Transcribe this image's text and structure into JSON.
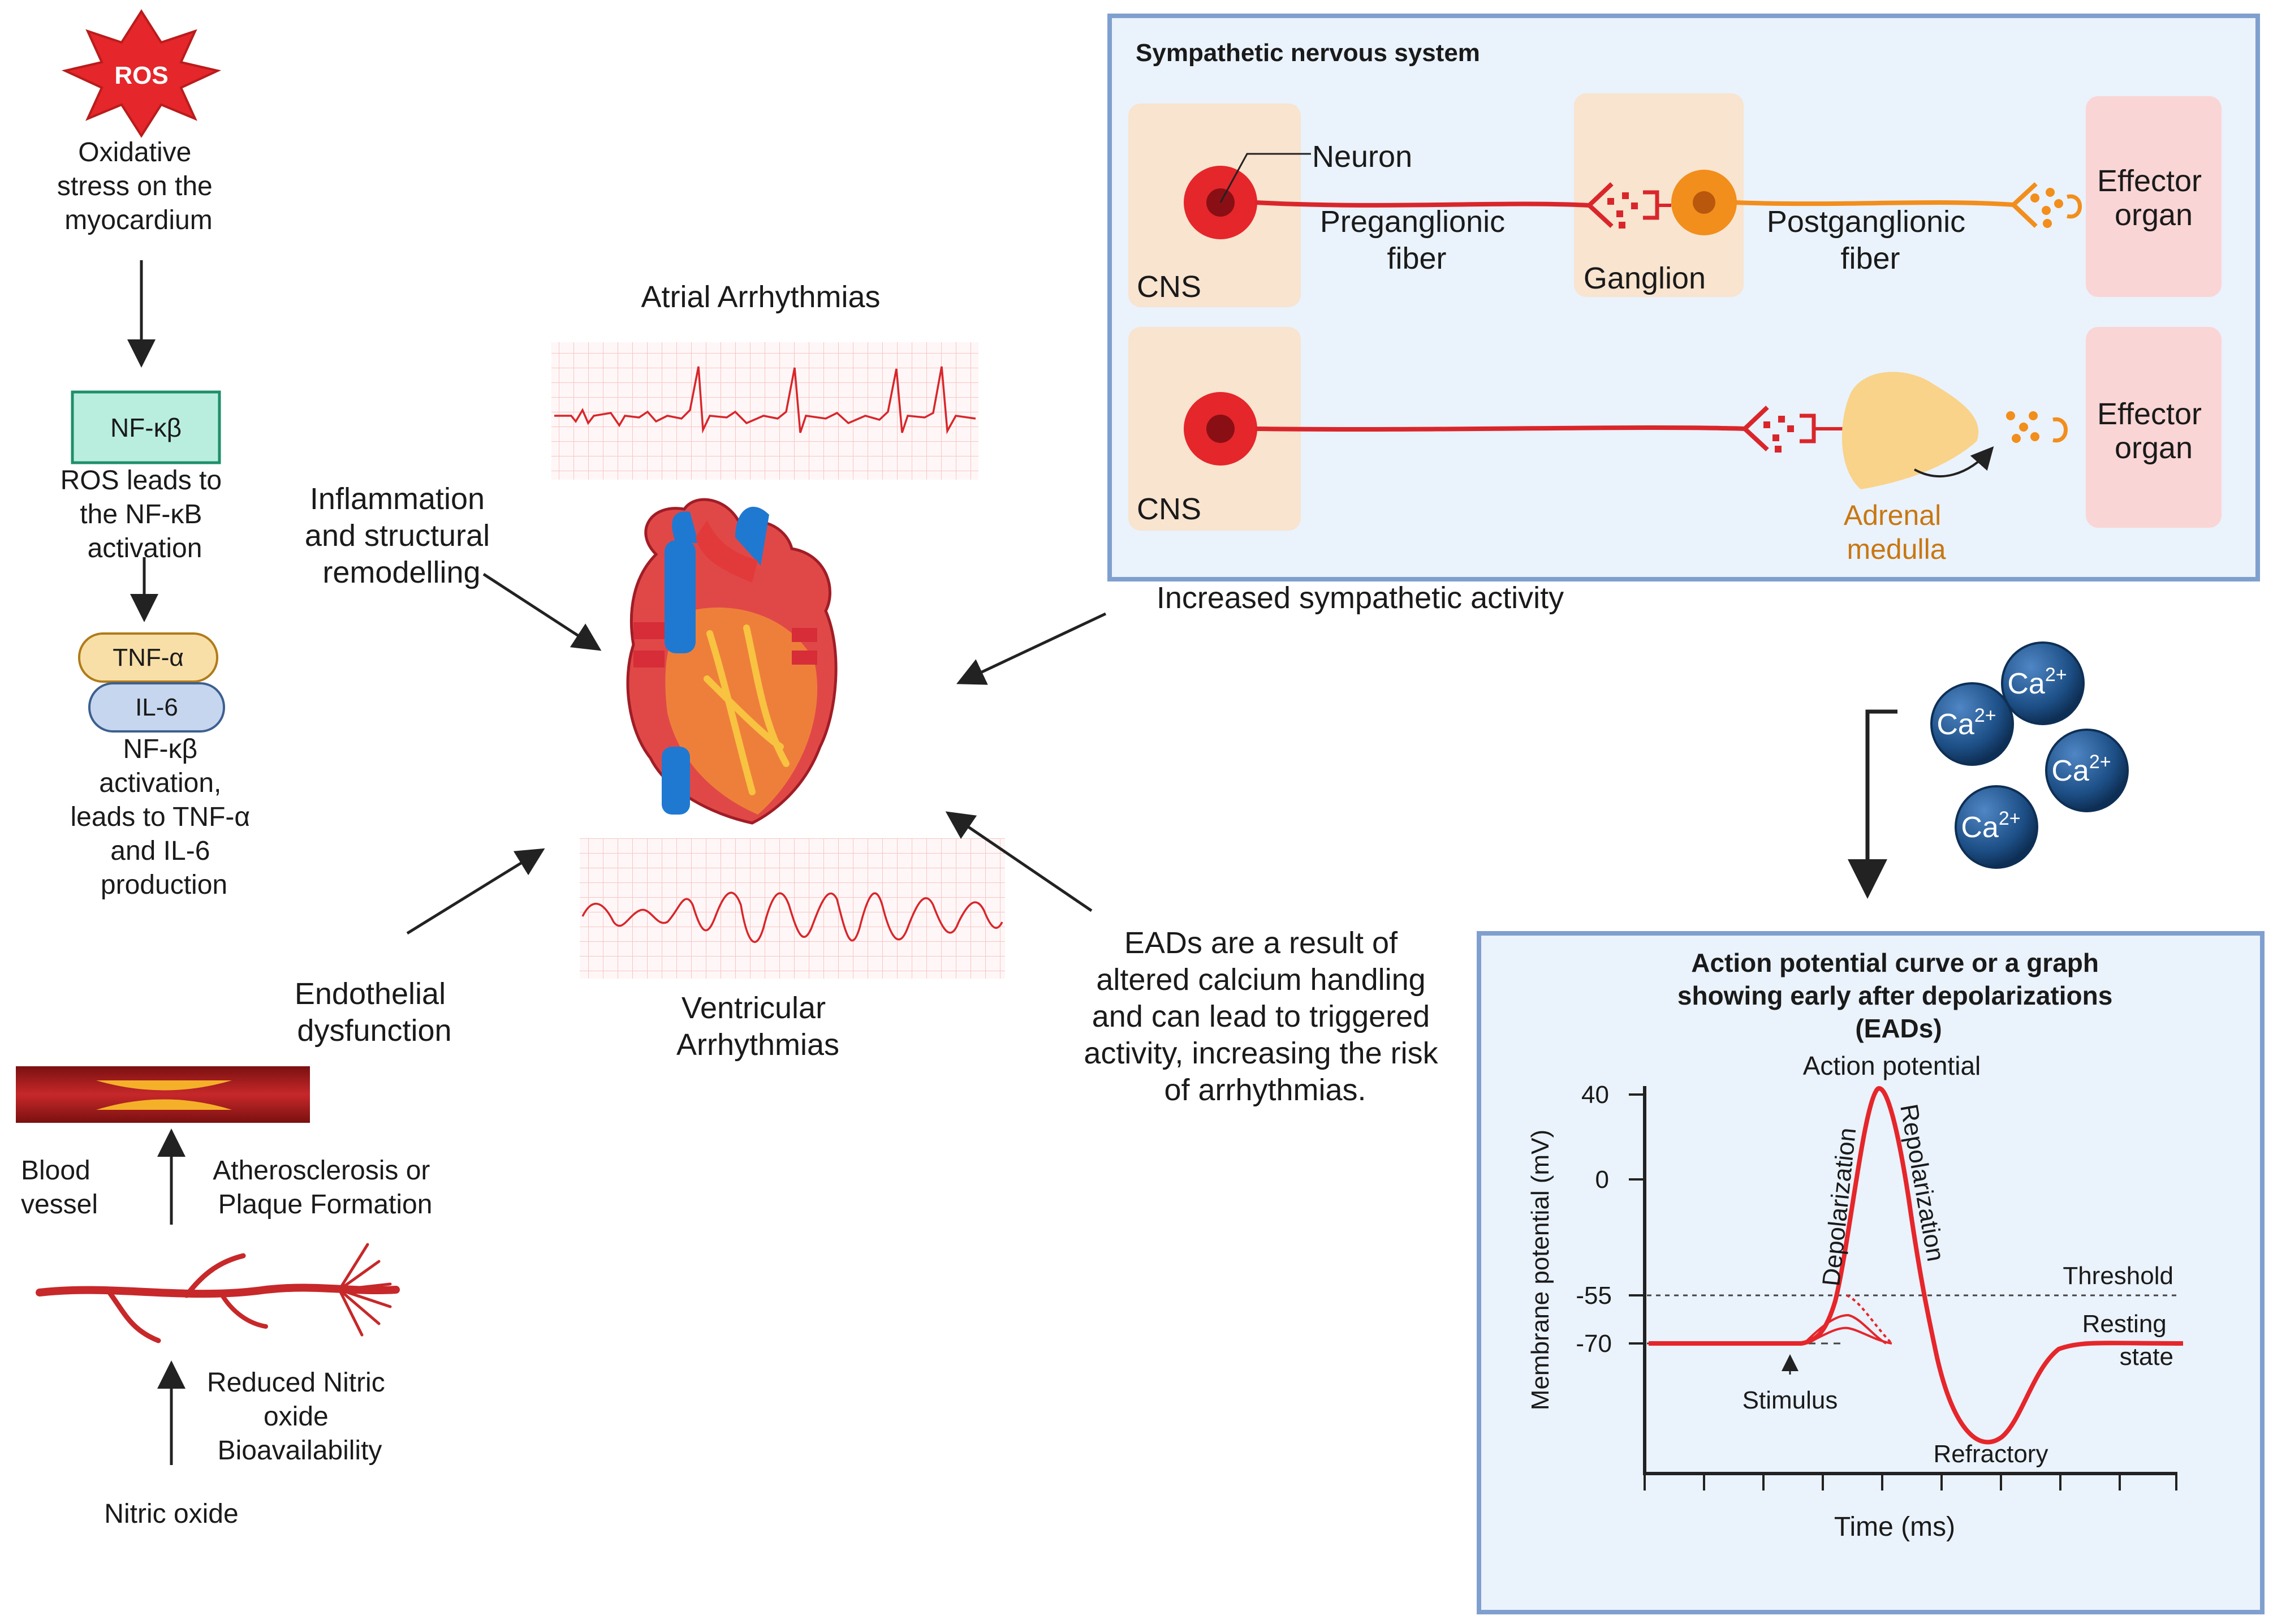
{
  "ros_panel": {
    "ros_badge": "ROS",
    "oxidative_caption": [
      "Oxidative",
      "stress on the",
      "myocardium"
    ],
    "nfkb_box": "NF-κβ",
    "nfkb_caption": [
      "ROS leads to",
      "the NF-κB",
      "activation"
    ],
    "tnf_pill": "TNF-α",
    "il6_pill": "IL-6",
    "cytokine_caption": [
      "NF-κβ",
      "activation,",
      "leads to TNF-α",
      "and IL-6",
      "production"
    ]
  },
  "vessel_panel": {
    "blood_vessel_label": [
      "Blood",
      "vessel"
    ],
    "atherosclerosis_label": [
      "Atherosclerosis or",
      "Plaque Formation"
    ],
    "reduced_no_label": [
      "Reduced Nitric",
      "oxide",
      "Bioavailability"
    ],
    "nitric_oxide_label": "Nitric oxide"
  },
  "center": {
    "atrial_title": "Atrial Arrhythmias",
    "ventricular_title": [
      "Ventricular",
      "Arrhythmias"
    ],
    "inflammation_label": [
      "Inflammation",
      "and structural",
      "remodelling"
    ],
    "endothelial_label": [
      "Endothelial",
      "dysfunction"
    ],
    "sympathetic_activity_label": "Increased sympathetic activity",
    "ead_label": [
      "EADs are a result of",
      "altered calcium handling",
      "and can lead to triggered",
      "activity, increasing the risk",
      "of arrhythmias."
    ]
  },
  "sns_panel": {
    "title": "Sympathetic nervous system",
    "neuron_label": "Neuron",
    "preganglionic_label": [
      "Preganglionic",
      "fiber"
    ],
    "ganglion_label": "Ganglion",
    "postganglionic_label": [
      "Postganglionic",
      "fiber"
    ],
    "effector_label": [
      "Effector",
      "organ"
    ],
    "cns_label": "CNS",
    "adrenal_label": [
      "Adrenal",
      "medulla"
    ]
  },
  "calcium": {
    "ion": "Ca",
    "charge": "2+"
  },
  "ap_panel": {
    "title": [
      "Action potential curve or a graph",
      "showing early after depolarizations",
      "(EADs)"
    ],
    "ylabel": "Membrane potential (mV)",
    "xlabel": "Time (ms)",
    "y_ticks": [
      "40",
      "0",
      "-55",
      "-70"
    ],
    "action_potential_label": "Action potential",
    "depolarization_label": "Depolarization",
    "repolarization_label": "Repolarization",
    "threshold_label": "Threshold",
    "resting_label": [
      "Resting",
      "state"
    ],
    "stimulus_label": "Stimulus",
    "refractory_label": "Refractory"
  },
  "colors": {
    "red": "#e5262b",
    "dark_red": "#9b1a1a",
    "orange": "#f28e1c",
    "panel_blue": "#7f9fcf",
    "panel_fill": "#eaf2fb",
    "nfkb_fill": "#b9eedf",
    "nfkb_border": "#1f8f6a",
    "tnf_fill": "#f8dfa8",
    "il6_fill": "#c6d6ee",
    "ca_ball": "#1d4f86"
  }
}
